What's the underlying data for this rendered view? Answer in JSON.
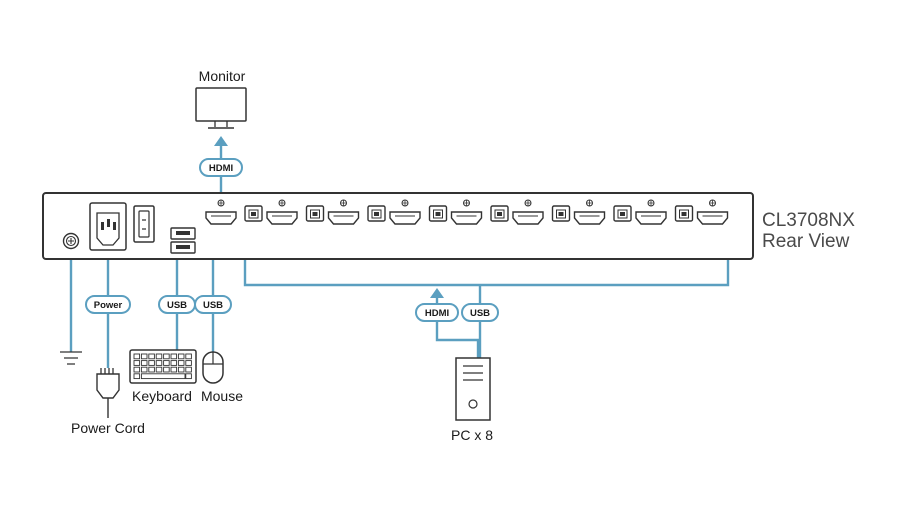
{
  "device": {
    "model": "CL3708NX",
    "view": "Rear View"
  },
  "labels": {
    "monitor": "Monitor",
    "keyboard": "Keyboard",
    "mouse": "Mouse",
    "power_cord": "Power Cord",
    "pc": "PC x 8"
  },
  "tags": {
    "hdmi_monitor": "HDMI",
    "power": "Power",
    "usb_keyboard": "USB",
    "usb_mouse": "USB",
    "hdmi_pc": "HDMI",
    "usb_pc": "USB"
  },
  "colors": {
    "cable": "#5b9fc0",
    "outline": "#333333",
    "text": "#1a1a1a"
  }
}
